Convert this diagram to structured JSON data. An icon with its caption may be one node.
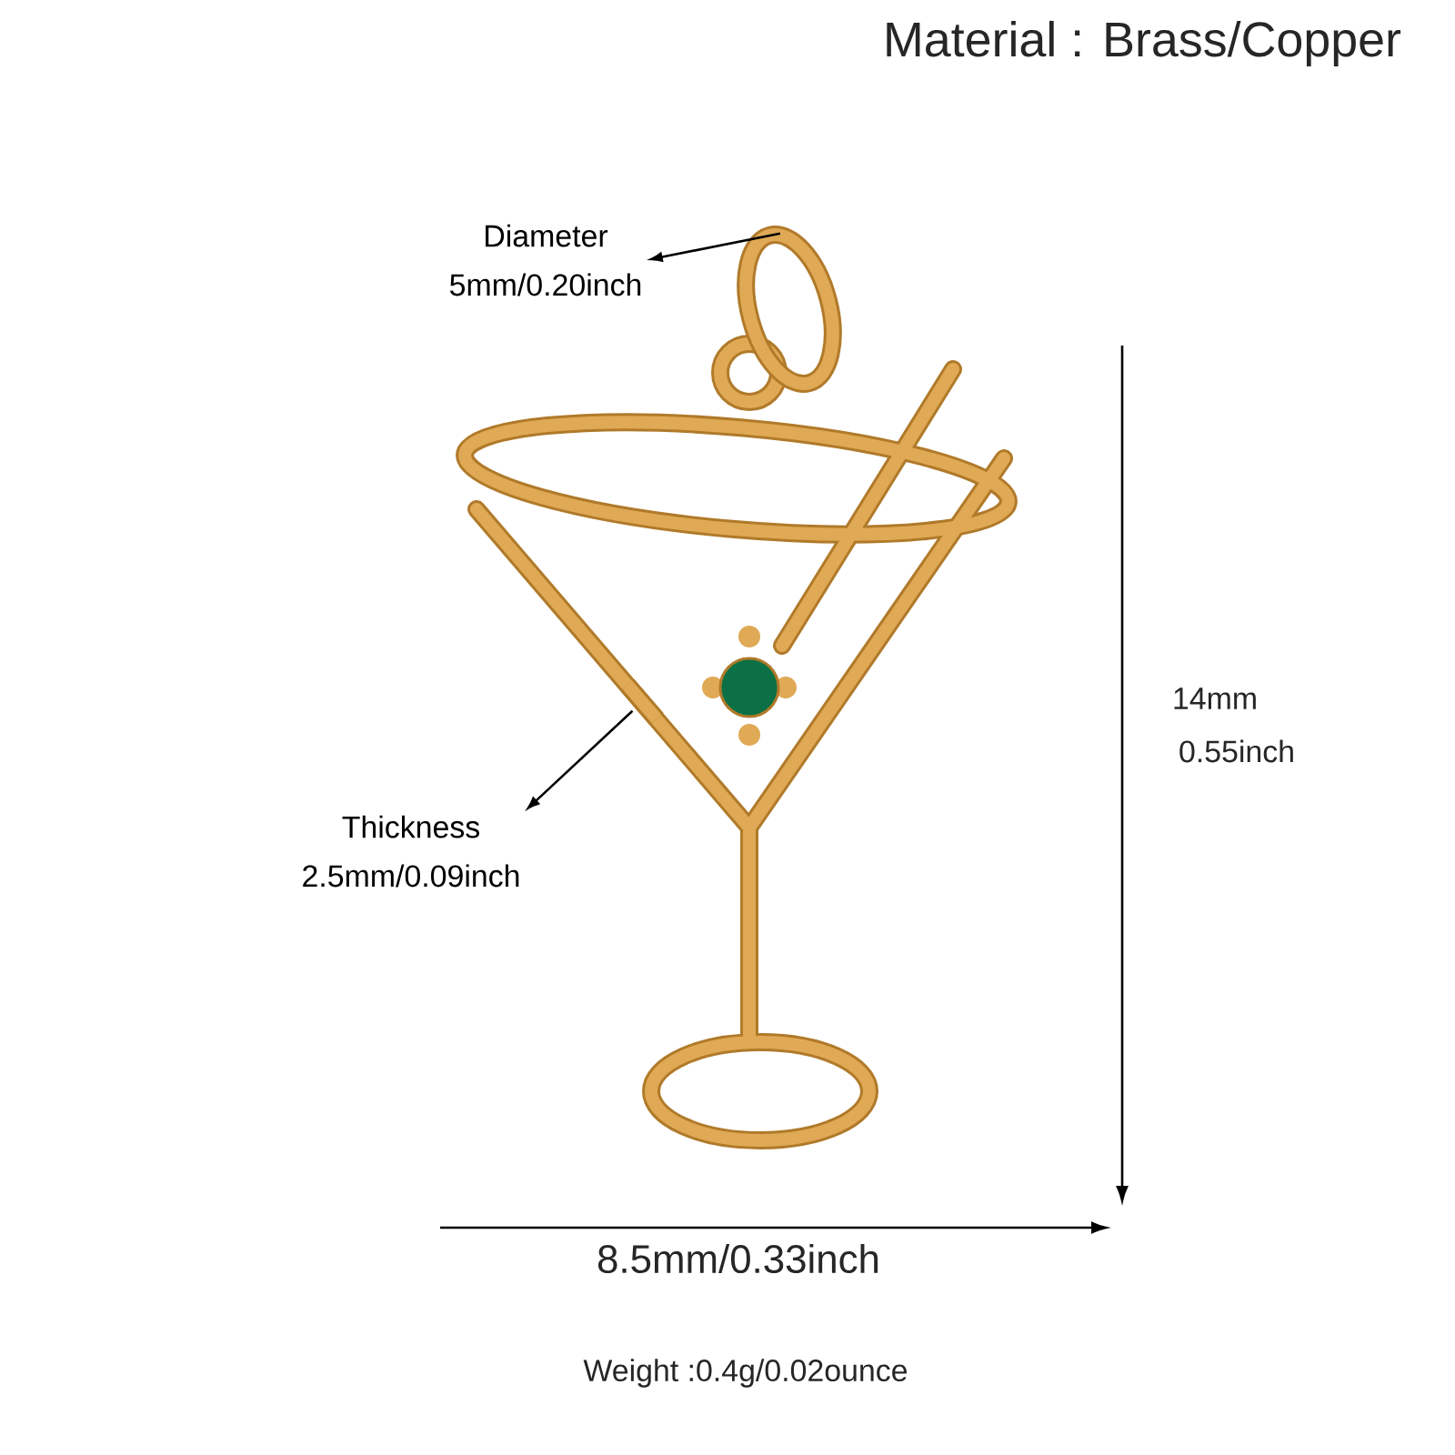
{
  "diagram": {
    "nodes": [
      {
        "text": [
          "Diameter",
          "5mm/0.20inch"
        ]
      },
      {
        "text": [],
        "shape": "picture"
      },
      {
        "text": [
          "Thickness",
          "2.5mm/0.09inch"
        ]
      },
      {
        "text": [],
        "shape": "picture"
      }
    ],
    "edges": [
      {
        "from": 1,
        "to": 0,
        "arrow": "to"
      },
      {
        "from": 3,
        "to": 2,
        "arrow": "to"
      }
    ],
    "labels": [
      "Material : Brass/Copper",
      "14mm",
      "0.55inch",
      "8.5mm/0.33inch",
      "Weight :0.4g/0.02ounce"
    ]
  }
}
